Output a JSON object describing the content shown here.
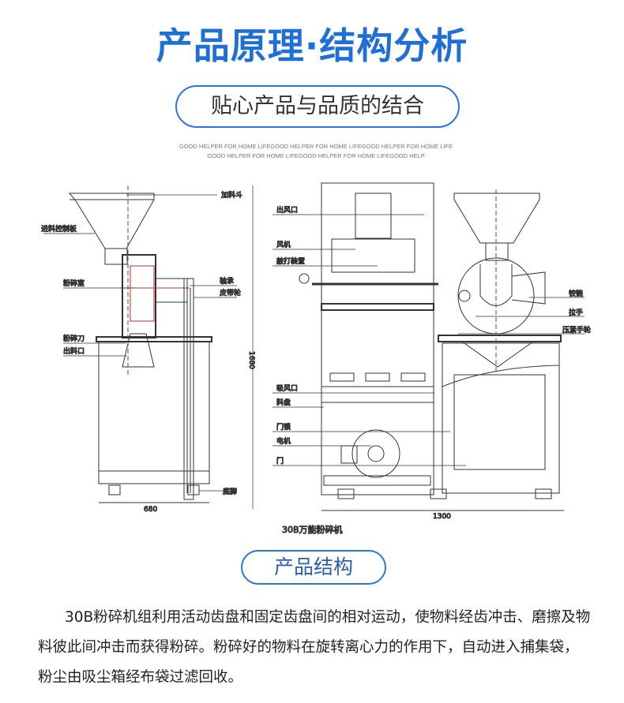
{
  "header": {
    "title": "产品原理·结构分析",
    "subtitle": "贴心产品与品质的结合",
    "tagline_1": "GOOD HELPER FOR HOME LIFEGOOD HELPER FOR HOME LIFEGOOD HELPER FOR HOME LIFE",
    "tagline_2": "GOOD HELPER FOR HOME LIFEGOOD HELPER FOR HOME LIFEGOOD HELP"
  },
  "diagram": {
    "left_labels": {
      "hopper": "加料斗",
      "feed_control": "进料控制板",
      "chamber": "粉碎室",
      "bearing": "轴承",
      "pulley": "皮带轮",
      "blade": "粉碎刀",
      "outlet": "出料口",
      "foot": "底脚",
      "width": "680",
      "height": "1680"
    },
    "middle_labels": {
      "air_outlet": "出风口",
      "fan": "风机",
      "beater": "敲打装置",
      "air_inlet": "吸风口",
      "tray": "料盘",
      "door_lock": "门锁",
      "motor": "电机",
      "door": "门",
      "width": "1300"
    },
    "right_labels": {
      "hinge": "铰链",
      "handle": "拉手",
      "handwheel": "压紧手轮"
    },
    "caption": "30B万能粉碎机"
  },
  "section": {
    "title": "产品结构",
    "description": "30B粉碎机组利用活动齿盘和固定齿盘间的相对运动，使物料经齿冲击、磨擦及物料彼此间冲击而获得粉碎。粉碎好的物料在旋转离心力的作用下，自动进入捕集袋，粉尘由吸尘箱经布袋过滤回收。"
  }
}
